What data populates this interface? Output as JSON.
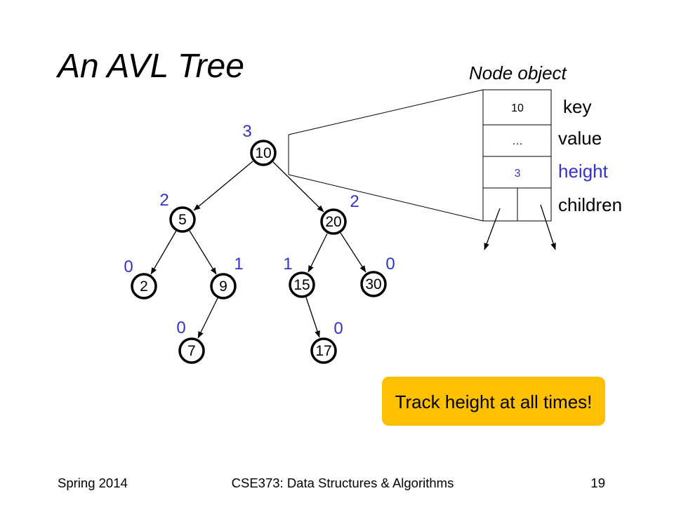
{
  "slide": {
    "title": "An AVL Tree",
    "callout": "Track height at all times!",
    "footer": {
      "left": "Spring 2014",
      "center": "CSE373: Data Structures & Algorithms",
      "page_number": "19"
    }
  },
  "tree": {
    "nodes": [
      {
        "key": "10",
        "height": "3"
      },
      {
        "key": "5",
        "height": "2"
      },
      {
        "key": "20",
        "height": "2"
      },
      {
        "key": "2",
        "height": "0"
      },
      {
        "key": "9",
        "height": "1"
      },
      {
        "key": "15",
        "height": "1"
      },
      {
        "key": "30",
        "height": "0"
      },
      {
        "key": "7",
        "height": "0"
      },
      {
        "key": "17",
        "height": "0"
      }
    ]
  },
  "node_object": {
    "caption": "Node object",
    "fields": [
      {
        "label": "key",
        "value": "10"
      },
      {
        "label": "value",
        "value": "…"
      },
      {
        "label": "height",
        "value": "3"
      },
      {
        "label": "children"
      }
    ]
  },
  "colors": {
    "height_text": "#3333cc",
    "callout_fill": "#ffc000",
    "text": "#000000"
  }
}
